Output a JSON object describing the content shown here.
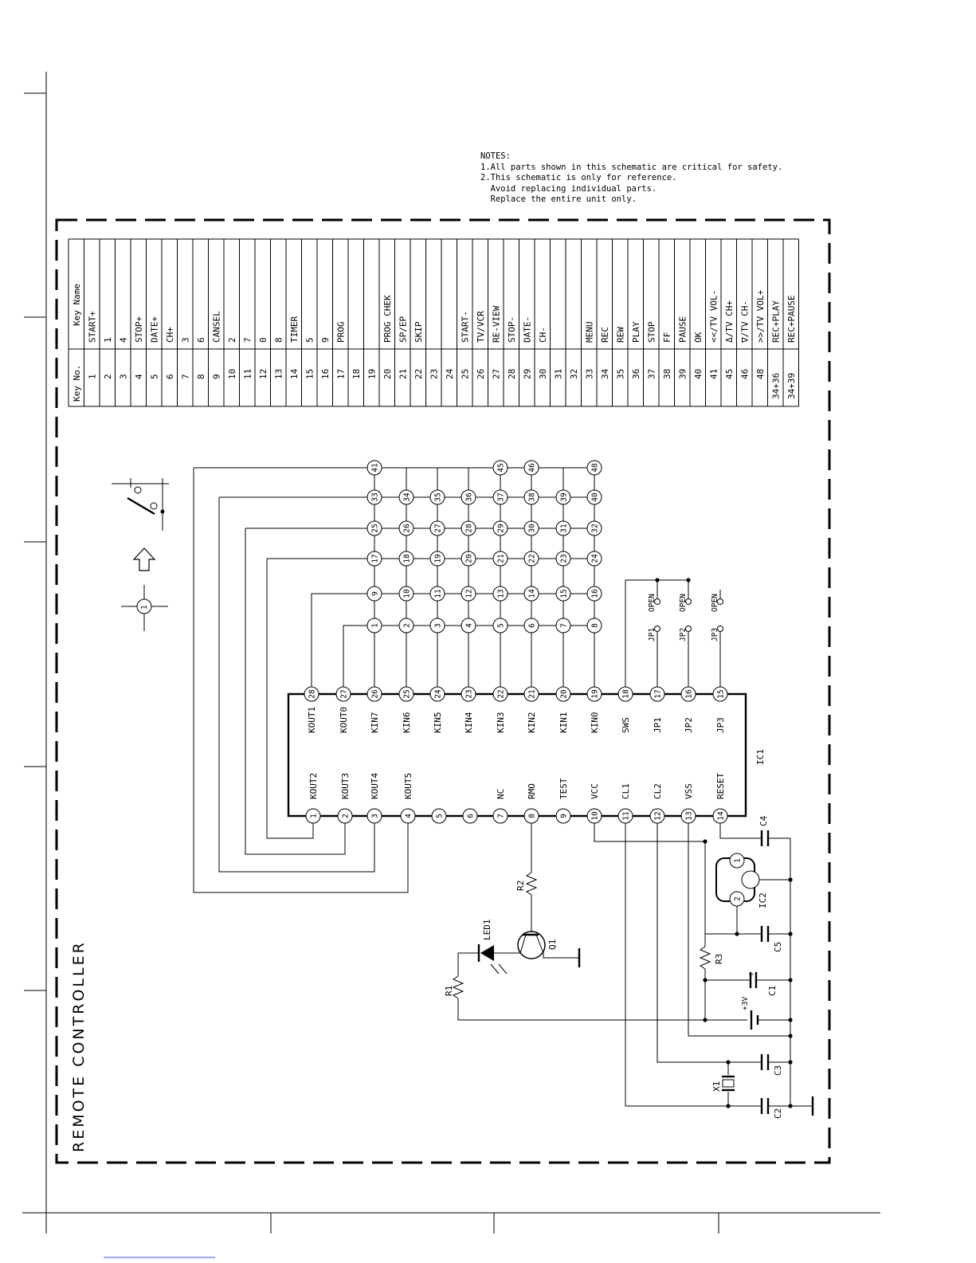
{
  "title": "REMOTE CONTROLLER",
  "notes": [
    "NOTES:",
    "1.All parts shown in this schematic are critical for safety.",
    "2.This schematic is only for reference.",
    "  Avoid replacing individual parts.",
    "  Replace the entire unit only."
  ],
  "key_table": {
    "header_no": "Key No.",
    "header_name": "Key Name",
    "rows": [
      [
        "1",
        "START+"
      ],
      [
        "2",
        "1"
      ],
      [
        "3",
        "4"
      ],
      [
        "4",
        "STOP+"
      ],
      [
        "5",
        "DATE+"
      ],
      [
        "6",
        "CH+"
      ],
      [
        "7",
        "3"
      ],
      [
        "8",
        "6"
      ],
      [
        "9",
        "CANSEL"
      ],
      [
        "10",
        "2"
      ],
      [
        "11",
        "7"
      ],
      [
        "12",
        "0"
      ],
      [
        "13",
        "8"
      ],
      [
        "14",
        "TIMER"
      ],
      [
        "15",
        "5"
      ],
      [
        "16",
        "9"
      ],
      [
        "17",
        "PROG"
      ],
      [
        "18",
        ""
      ],
      [
        "19",
        ""
      ],
      [
        "20",
        "PROG CHEK"
      ],
      [
        "21",
        "SP/EP"
      ],
      [
        "22",
        "SKIP"
      ],
      [
        "23",
        ""
      ],
      [
        "24",
        ""
      ],
      [
        "25",
        "START-"
      ],
      [
        "26",
        "TV/VCR"
      ],
      [
        "27",
        "RE-VIEW"
      ],
      [
        "28",
        "STOP-"
      ],
      [
        "29",
        "DATE-"
      ],
      [
        "30",
        "CH-"
      ],
      [
        "31",
        ""
      ],
      [
        "32",
        ""
      ],
      [
        "33",
        "MENU"
      ],
      [
        "34",
        "REC"
      ],
      [
        "35",
        "REW"
      ],
      [
        "36",
        "PLAY"
      ],
      [
        "37",
        "STOP"
      ],
      [
        "38",
        "FF"
      ],
      [
        "39",
        "PAUSE"
      ],
      [
        "40",
        "OK"
      ],
      [
        "41",
        "<</TV VOL-"
      ],
      [
        "45",
        "Δ/TV CH+"
      ],
      [
        "46",
        "∇/TV CH-"
      ],
      [
        "48",
        ">>/TV VOL+"
      ],
      [
        "34+36",
        "REC+PLAY"
      ],
      [
        "34+39",
        "REC+PAUSE"
      ]
    ]
  },
  "ic1": {
    "ref": "IC1",
    "top_pins": [
      {
        "n": "28",
        "name": "KOUT1"
      },
      {
        "n": "27",
        "name": "KOUT0"
      },
      {
        "n": "26",
        "name": "KIN7"
      },
      {
        "n": "25",
        "name": "KIN6"
      },
      {
        "n": "24",
        "name": "KIN5"
      },
      {
        "n": "23",
        "name": "KIN4"
      },
      {
        "n": "22",
        "name": "KIN3"
      },
      {
        "n": "21",
        "name": "KIN2"
      },
      {
        "n": "20",
        "name": "KIN1"
      },
      {
        "n": "19",
        "name": "KIN0"
      },
      {
        "n": "18",
        "name": "SWS"
      },
      {
        "n": "17",
        "name": "JP1"
      },
      {
        "n": "16",
        "name": "JP2"
      },
      {
        "n": "15",
        "name": "JP3"
      }
    ],
    "bottom_pins": [
      {
        "n": "1",
        "name": "KOUT2"
      },
      {
        "n": "2",
        "name": "KOUT3"
      },
      {
        "n": "3",
        "name": "KOUT4"
      },
      {
        "n": "4",
        "name": "KOUT5"
      },
      {
        "n": "5",
        "name": ""
      },
      {
        "n": "6",
        "name": ""
      },
      {
        "n": "7",
        "name": "NC"
      },
      {
        "n": "8",
        "name": "RMO"
      },
      {
        "n": "9",
        "name": "TEST"
      },
      {
        "n": "10",
        "name": "VCC"
      },
      {
        "n": "11",
        "name": "CL1"
      },
      {
        "n": "12",
        "name": "CL2"
      },
      {
        "n": "13",
        "name": "VSS"
      },
      {
        "n": "14",
        "name": "RESET"
      }
    ]
  },
  "key_matrix": [
    [
      "41",
      "",
      "",
      "",
      "45",
      "46",
      "",
      "48"
    ],
    [
      "33",
      "34",
      "35",
      "36",
      "37",
      "38",
      "39",
      "40"
    ],
    [
      "25",
      "26",
      "27",
      "28",
      "29",
      "30",
      "31",
      "32"
    ],
    [
      "17",
      "18",
      "19",
      "20",
      "21",
      "22",
      "23",
      "24"
    ],
    [
      "9",
      "10",
      "11",
      "12",
      "13",
      "14",
      "15",
      "16"
    ],
    [
      "1",
      "2",
      "3",
      "4",
      "5",
      "6",
      "7",
      "8"
    ]
  ],
  "jumpers": [
    {
      "ref": "JP1",
      "open": "OPEN"
    },
    {
      "ref": "JP2",
      "open": "OPEN"
    },
    {
      "ref": "JP3",
      "open": "OPEN"
    }
  ],
  "components": {
    "R1": "R1",
    "R2": "R2",
    "R3": "R3",
    "LED1": "LED1",
    "Q1": "Q1",
    "IC2": "IC2",
    "C1": "C1",
    "C2": "C2",
    "C3": "C3",
    "C4": "C4",
    "C5": "C5",
    "X1": "X1",
    "battery": "+3V",
    "c1_plus": "+",
    "ic2_pin1": "1",
    "ic2_pin2": "2"
  },
  "legend_node": "1"
}
